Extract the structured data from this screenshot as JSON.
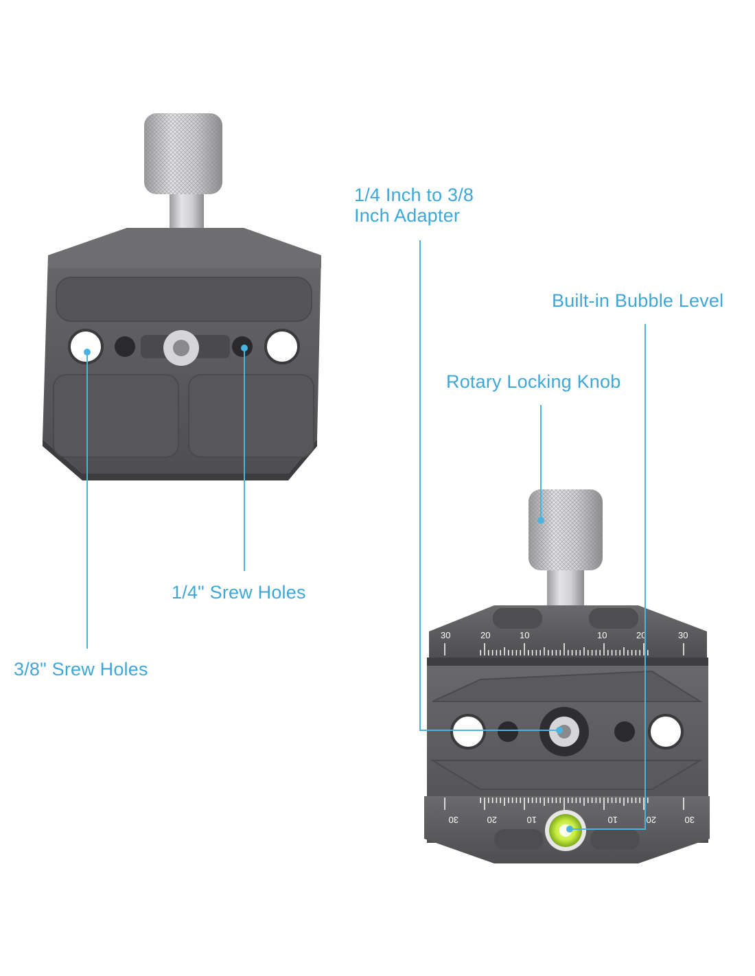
{
  "callouts": {
    "adapter_line1": "1/4 Inch to 3/8",
    "adapter_line2": "Inch Adapter",
    "bubble_level": "Built-in Bubble Level",
    "rotary_knob": "Rotary Locking Knob",
    "quarter_holes": "1/4\" Srew Holes",
    "three_eighth_holes": "3/8\" Srew Holes"
  },
  "scale": {
    "top": [
      "30",
      "20",
      "10",
      "10",
      "20",
      "30"
    ],
    "bottom": [
      "30",
      "20",
      "10",
      "10",
      "20",
      "30"
    ]
  },
  "colors": {
    "callout_text": "#3ea7d8",
    "leader_line": "#4ab3e0",
    "plate_body": "#5b5b5d",
    "knob_silver": "#c9c9cb",
    "bubble_green": "#b8e63a"
  }
}
